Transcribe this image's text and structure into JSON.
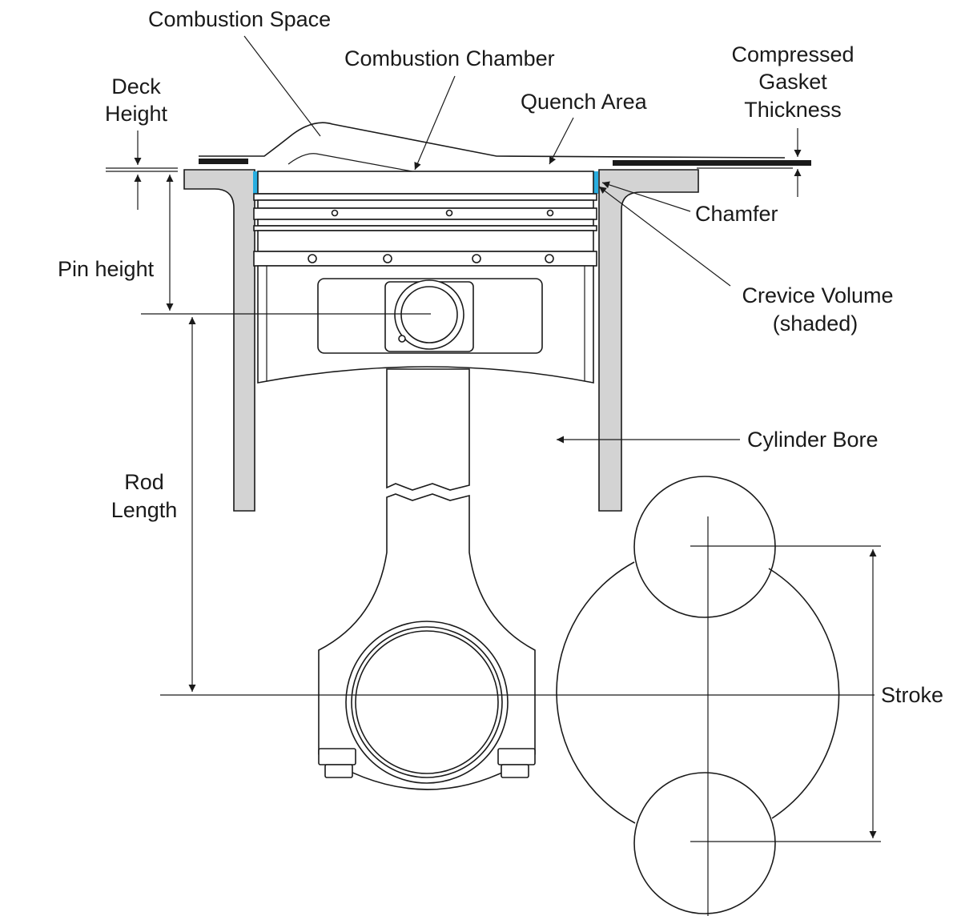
{
  "labels": {
    "combustion_space": "Combustion Space",
    "combustion_chamber": "Combustion Chamber",
    "quench_area": "Quench Area",
    "compressed_gasket": [
      "Compressed",
      "Gasket",
      "Thickness"
    ],
    "deck_height": [
      "Deck",
      "Height"
    ],
    "pin_height": "Pin height",
    "chamfer": "Chamfer",
    "crevice_volume": [
      "Crevice Volume",
      "(shaded)"
    ],
    "cylinder_bore": "Cylinder Bore",
    "rod_length": [
      "Rod",
      "Length"
    ],
    "stroke": "Stroke"
  },
  "colors": {
    "crevice_volume": "#29aee0",
    "cylinder_wall": "#d3d3d3",
    "line": "#1a1a1a"
  }
}
